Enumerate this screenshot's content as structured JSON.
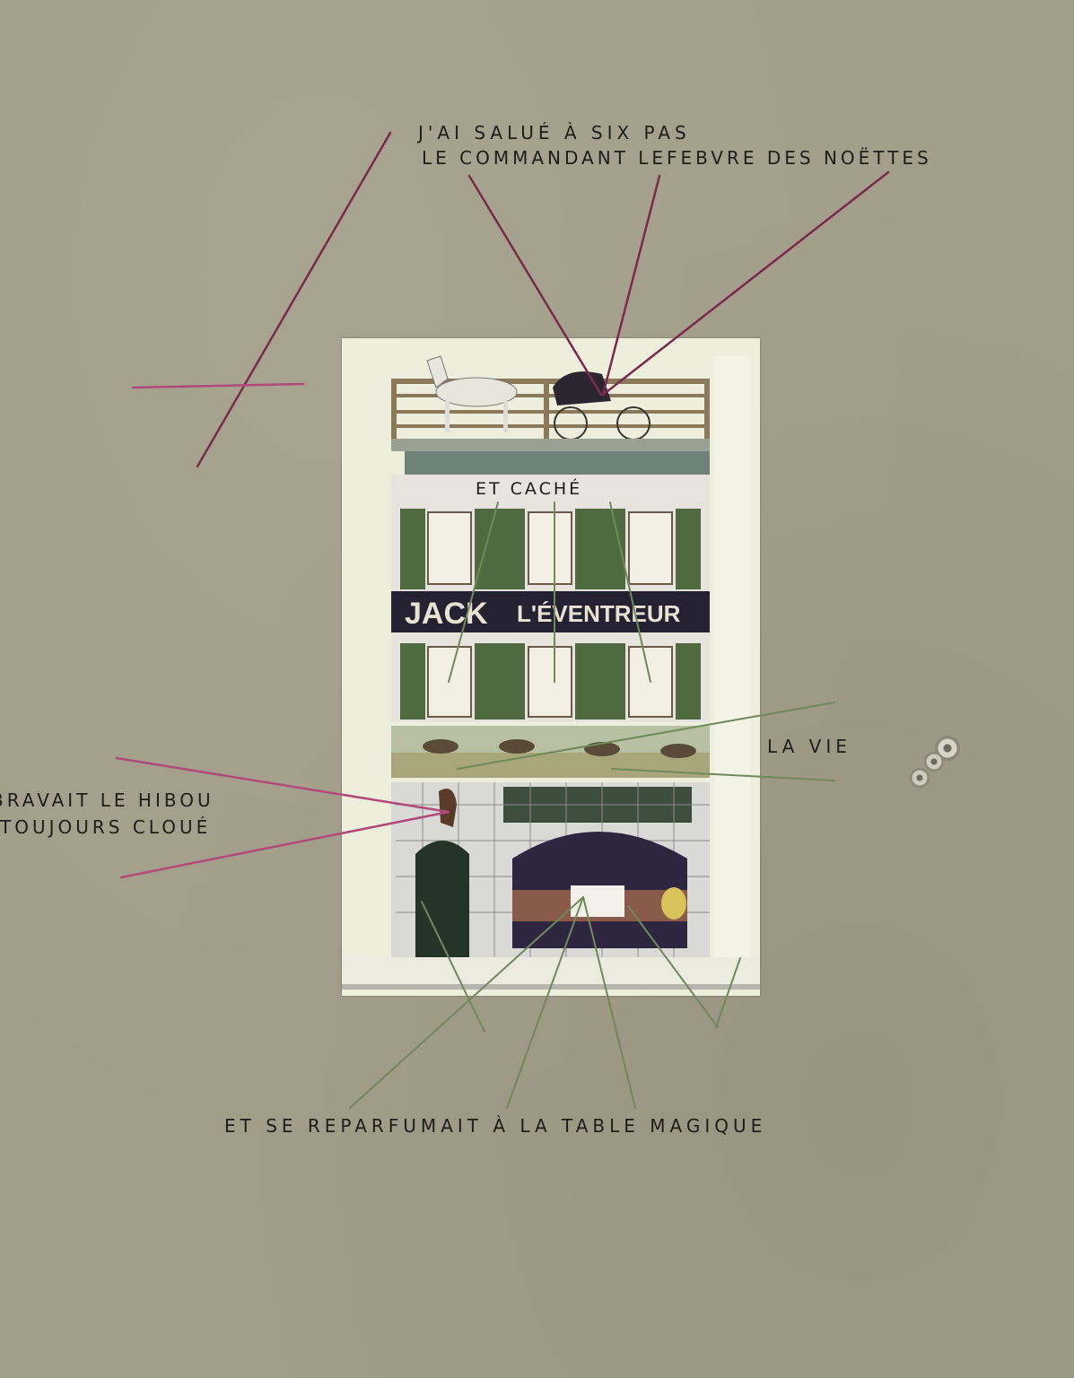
{
  "texts": {
    "line1": "J'AI SALUÉ À SIX PAS",
    "line2": "LE COMMANDANT LEFEBVRE DES NOËTTES",
    "hidden": "ET CACHÉ",
    "life": "LA VIE",
    "owl1": "BRAVAIT LE HIBOU",
    "owl2": "TOUJOURS CLOUÉ",
    "bottom": "ET SE REPARFUMAIT À LA TABLE MAGIQUE"
  },
  "sign": {
    "left": "JACK",
    "right": "L'ÉVENTREUR"
  },
  "colors": {
    "board": "#a39e89",
    "thread_purple": "#7a2a4e",
    "thread_pink": "#b04a7a",
    "thread_green": "#6f8a5a",
    "shutter_green": "#4f6a3e",
    "sign_bg": "#242133"
  },
  "icons": [
    "horse-carriage-icon",
    "horse-head-icon",
    "rivet-icon"
  ]
}
